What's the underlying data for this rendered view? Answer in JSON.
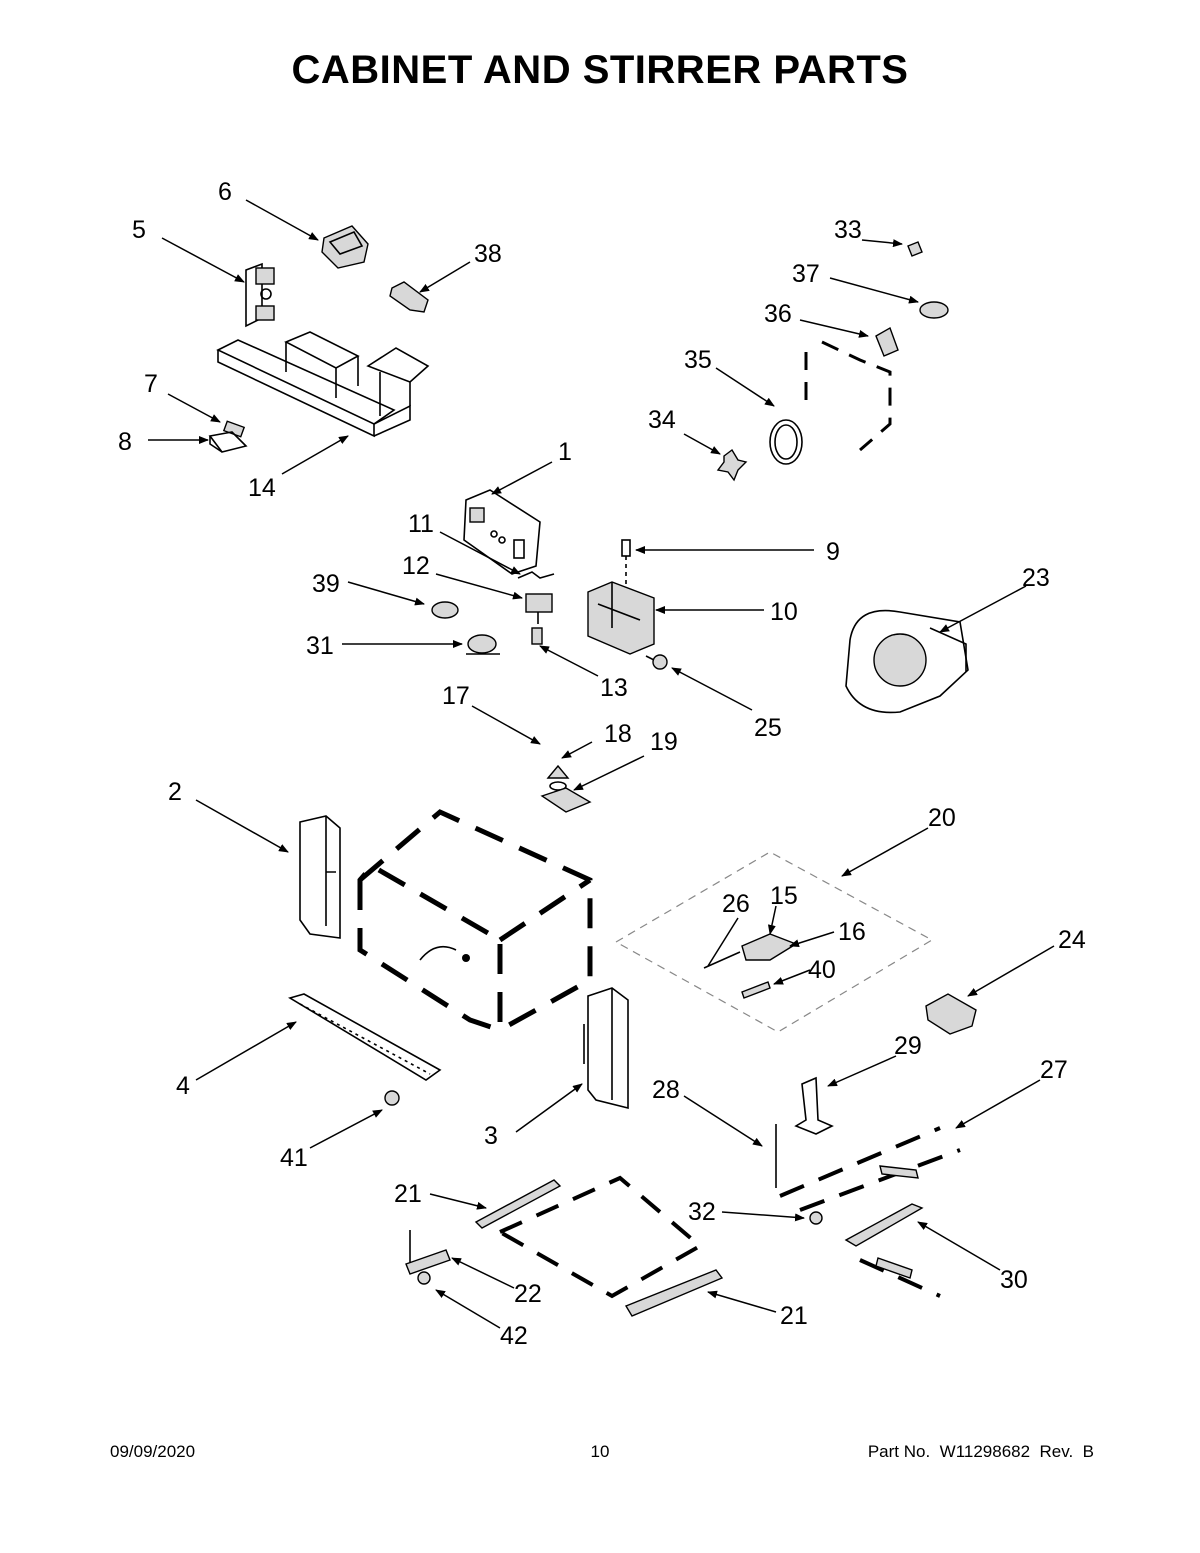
{
  "title": "CABINET AND STIRRER PARTS",
  "footer": {
    "date": "09/09/2020",
    "page": "10",
    "part_number": "Part No.  W11298682  Rev.  B"
  },
  "callouts": [
    "1",
    "2",
    "3",
    "4",
    "5",
    "6",
    "7",
    "8",
    "9",
    "10",
    "11",
    "12",
    "13",
    "14",
    "15",
    "16",
    "17",
    "18",
    "19",
    "20",
    "21",
    "21",
    "22",
    "23",
    "24",
    "25",
    "26",
    "27",
    "28",
    "29",
    "30",
    "31",
    "32",
    "33",
    "34",
    "35",
    "36",
    "37",
    "38",
    "39",
    "40",
    "41",
    "42"
  ]
}
